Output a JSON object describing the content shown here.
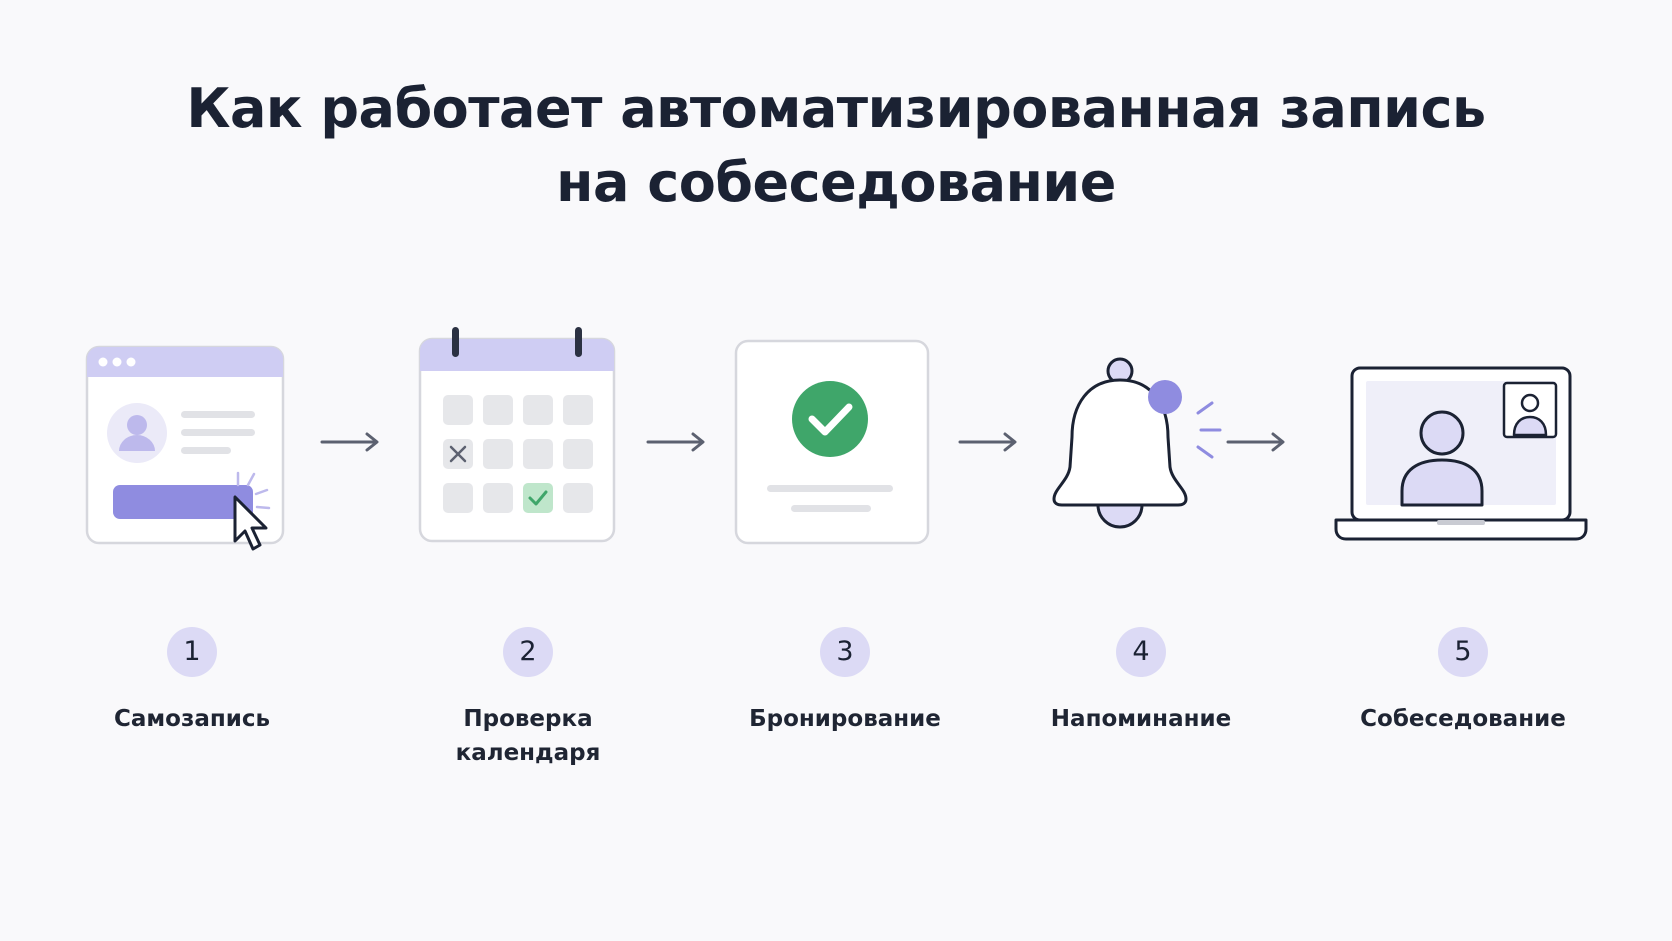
{
  "title": {
    "line1": "Как работает автоматизированная запись",
    "line2": "на собеседование"
  },
  "steps": [
    {
      "number": "1",
      "label_lines": [
        "Самозапись"
      ],
      "icon": "self-booking-form-icon"
    },
    {
      "number": "2",
      "label_lines": [
        "Проверка",
        "календаря"
      ],
      "icon": "calendar-check-icon"
    },
    {
      "number": "3",
      "label_lines": [
        "Бронирование"
      ],
      "icon": "booking-confirmed-icon"
    },
    {
      "number": "4",
      "label_lines": [
        "Напоминание"
      ],
      "icon": "bell-reminder-icon"
    },
    {
      "number": "5",
      "label_lines": [
        "Собеседование"
      ],
      "icon": "video-interview-laptop-icon"
    }
  ],
  "colors": {
    "accent": "#8f8ce0",
    "accent_light": "#dcdaf5",
    "success": "#3fa66a",
    "text": "#1b2233",
    "line": "#c9cbd2"
  }
}
